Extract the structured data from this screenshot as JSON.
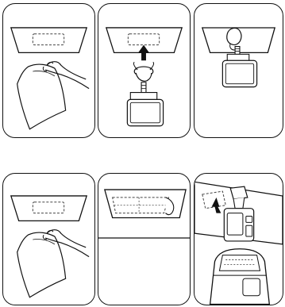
{
  "figure": {
    "top_row": [
      {
        "step": "clean-windshield",
        "icon": "cloth-wipe-icon"
      },
      {
        "step": "attach-suction-mount",
        "icon": "suction-mount-up-arrow-icon"
      },
      {
        "step": "mounted-dashcam",
        "icon": "mounted-dashcam-icon"
      }
    ],
    "bottom_row": [
      {
        "step": "clean-windshield",
        "icon": "cloth-wipe-icon"
      },
      {
        "step": "apply-adhesive-film",
        "icon": "adhesive-film-peel-icon"
      },
      {
        "step": "attach-adhesive-mount",
        "icon": "adhesive-mount-arrow-icon"
      }
    ]
  },
  "colors": {
    "line": "#111111",
    "background": "#ffffff",
    "dash": "#444444"
  }
}
